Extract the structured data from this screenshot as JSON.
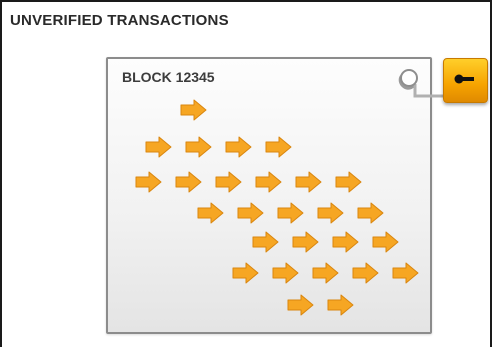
{
  "header": {
    "title": "UNVERIFIED TRANSACTIONS"
  },
  "block": {
    "label": "BLOCK 12345"
  },
  "lock": {
    "icon": "padlock-icon",
    "state": "locked"
  },
  "transactions": {
    "count": 27,
    "icon": "arrow-right-icon"
  },
  "colors": {
    "arrow_fill": "#f6a623",
    "arrow_stroke": "#d9860f",
    "lock_body": "#f6a300",
    "border": "#8c8c8c"
  }
}
